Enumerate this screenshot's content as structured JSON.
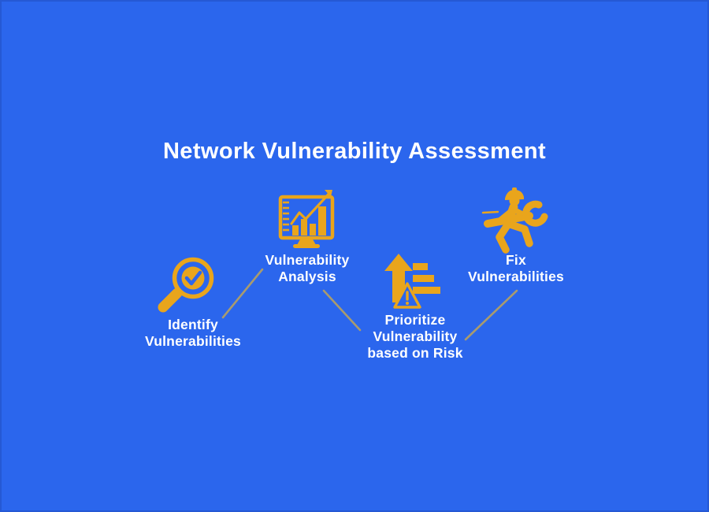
{
  "title": "Network Vulnerability Assessment",
  "colors": {
    "background": "#2B66ED",
    "icon_gold": "#E9A51C",
    "connector_line": "#A89B6F",
    "text": "#FFFFFF"
  },
  "steps": [
    {
      "id": 1,
      "icon": "magnifier-check-icon",
      "label_lines": [
        "Identify",
        "Vulnerabilities"
      ]
    },
    {
      "id": 2,
      "icon": "monitor-chart-icon",
      "label_lines": [
        "Vulnerability",
        "Analysis"
      ]
    },
    {
      "id": 3,
      "icon": "priority-arrow-warning-icon",
      "label_lines": [
        "Prioritize",
        "Vulnerability",
        "based on Risk"
      ]
    },
    {
      "id": 4,
      "icon": "worker-wrench-icon",
      "label_lines": [
        "Fix",
        "Vulnerabilities"
      ]
    }
  ]
}
